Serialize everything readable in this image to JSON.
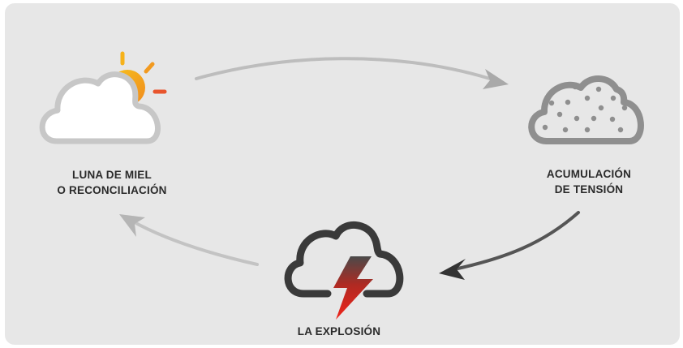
{
  "stages": {
    "honeymoon": {
      "line1": "LUNA DE MIEL",
      "line2": "O RECONCILIACIÓN",
      "icon": "sun-behind-cloud-icon"
    },
    "tension": {
      "line1": "ACUMULACIÓN",
      "line2": "DE TENSIÓN",
      "icon": "dotted-cloud-icon"
    },
    "explosion": {
      "line1": "LA EXPLOSIÓN",
      "icon": "storm-cloud-lightning-icon"
    }
  },
  "colors": {
    "background": "#e7e7e7",
    "cloud_light": "#c7c7c7",
    "cloud_mid": "#8f8f8f",
    "cloud_dark": "#3a3a3a",
    "sun_yellow": "#f6b21a",
    "sun_orange": "#e8552d",
    "bolt_red": "#e8241c"
  }
}
